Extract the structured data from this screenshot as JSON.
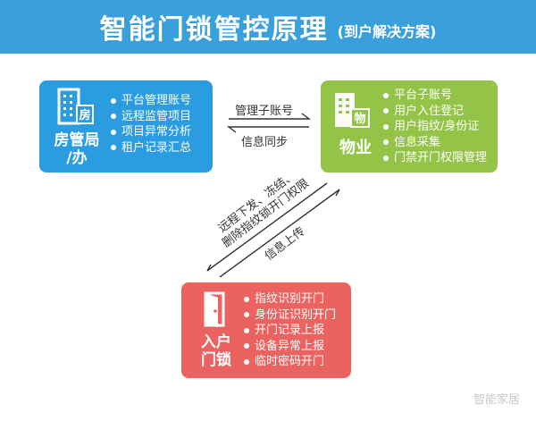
{
  "header": {
    "title": "智能门锁管控原理",
    "subtitle": "(到户解决方案)"
  },
  "nodes": {
    "fang": {
      "icon_char": "房",
      "label_line1": "房管局",
      "label_line2": "/办",
      "items": [
        "平台管理账号",
        "远程监管项目",
        "项目异常分析",
        "租户记录汇总"
      ]
    },
    "wuye": {
      "icon_char": "物",
      "label": "物业",
      "items": [
        "平台子账号",
        "用户入住登记",
        "用户指纹/身份证",
        "信息采集",
        "门禁开门权限管理"
      ]
    },
    "door": {
      "label_line1": "入户",
      "label_line2": "门锁",
      "items": [
        "指纹识别开门",
        "身份证识别开门",
        "开门记录上报",
        "设备异常上报",
        "临时密码开门"
      ]
    }
  },
  "edges": {
    "top_forward": "管理子账号",
    "top_back": "信息同步",
    "diag_line1": "远程下发、冻结、",
    "diag_line2": "删除指纹锁开门权限",
    "diag_back": "信息上传"
  },
  "colors": {
    "header": "#3aa0dc",
    "fang": "#2b9ce0",
    "wuye": "#93c447",
    "door": "#ea6360"
  },
  "watermark": "智能家居"
}
